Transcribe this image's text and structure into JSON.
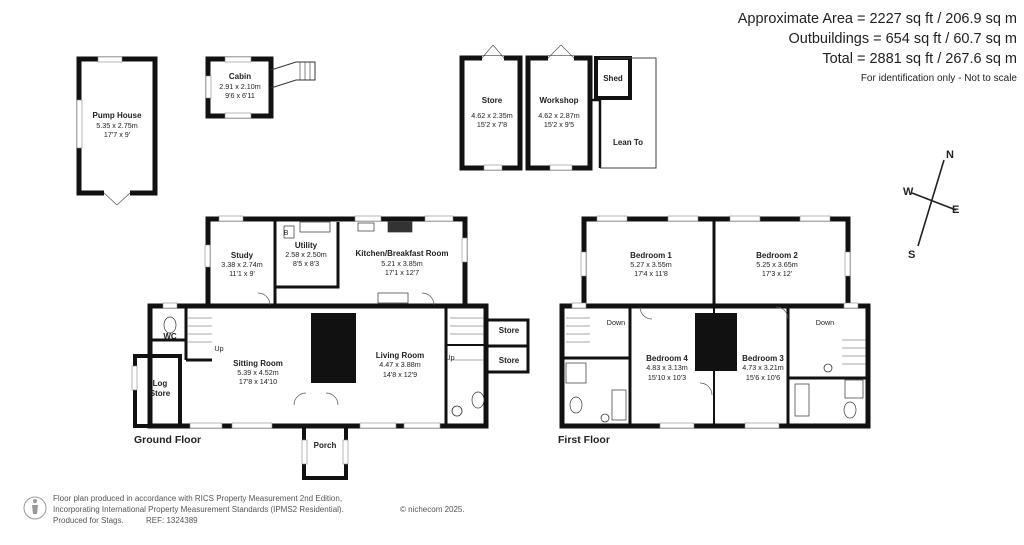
{
  "areas": {
    "approx": "Approximate Area = 2227 sq ft / 206.9 sq m",
    "outbuildings": "Outbuildings = 654 sq ft / 60.7 sq m",
    "total": "Total = 2881 sq ft / 267.6 sq m",
    "note": "For identification only - Not to scale"
  },
  "compass": {
    "n": "N",
    "s": "S",
    "e": "E",
    "w": "W"
  },
  "outbuildings": {
    "pump_house": {
      "name": "Pump House",
      "metric": "5.35 x 2.75m",
      "imperial": "17'7 x 9'"
    },
    "cabin": {
      "name": "Cabin",
      "metric": "2.91 x 2.10m",
      "imperial": "9'6 x 6'11"
    },
    "store": {
      "name": "Store",
      "metric": "4.62 x 2.35m",
      "imperial": "15'2 x 7'8"
    },
    "workshop": {
      "name": "Workshop",
      "metric": "4.62 x 2.87m",
      "imperial": "15'2 x 9'5"
    },
    "shed": {
      "name": "Shed"
    },
    "lean_to": {
      "name": "Lean To"
    }
  },
  "ground_floor": {
    "label": "Ground Floor",
    "study": {
      "name": "Study",
      "metric": "3.38 x 2.74m",
      "imperial": "11'1 x 9'"
    },
    "utility": {
      "name": "Utility",
      "metric": "2.58 x 2.50m",
      "imperial": "8'5 x 8'3",
      "b": "B"
    },
    "kitchen": {
      "name": "Kitchen/Breakfast Room",
      "metric": "5.21 x 3.85m",
      "imperial": "17'1 x 12'7"
    },
    "wc": {
      "name": "WC"
    },
    "up1": "Up",
    "up2": "Up",
    "sitting": {
      "name": "Sitting Room",
      "metric": "5.39 x 4.52m",
      "imperial": "17'8 x 14'10"
    },
    "living": {
      "name": "Living Room",
      "metric": "4.47 x 3.88m",
      "imperial": "14'8 x 12'9"
    },
    "log_store": {
      "name_1": "Log",
      "name_2": "Store"
    },
    "store_1": "Store",
    "store_2": "Store",
    "porch": "Porch"
  },
  "first_floor": {
    "label": "First Floor",
    "bedroom1": {
      "name": "Bedroom 1",
      "metric": "5.27 x 3.55m",
      "imperial": "17'4 x 11'8"
    },
    "bedroom2": {
      "name": "Bedroom 2",
      "metric": "5.25 x 3.65m",
      "imperial": "17'3 x 12'"
    },
    "bedroom3": {
      "name": "Bedroom 3",
      "metric": "4.73 x 3.21m",
      "imperial": "15'6 x 10'6"
    },
    "bedroom4": {
      "name": "Bedroom 4",
      "metric": "4.83 x 3.13m",
      "imperial": "15'10 x 10'3"
    },
    "down1": "Down",
    "down2": "Down"
  },
  "footer": {
    "line1": "Floor plan produced in accordance with RICS Property Measurement 2nd Edition,",
    "line2": "Incorporating International Property Measurement Standards (IPMS2 Residential).",
    "line2b": "© nichecom 2025.",
    "line3": "Produced for Stags.",
    "line3b": "REF: 1324389"
  }
}
